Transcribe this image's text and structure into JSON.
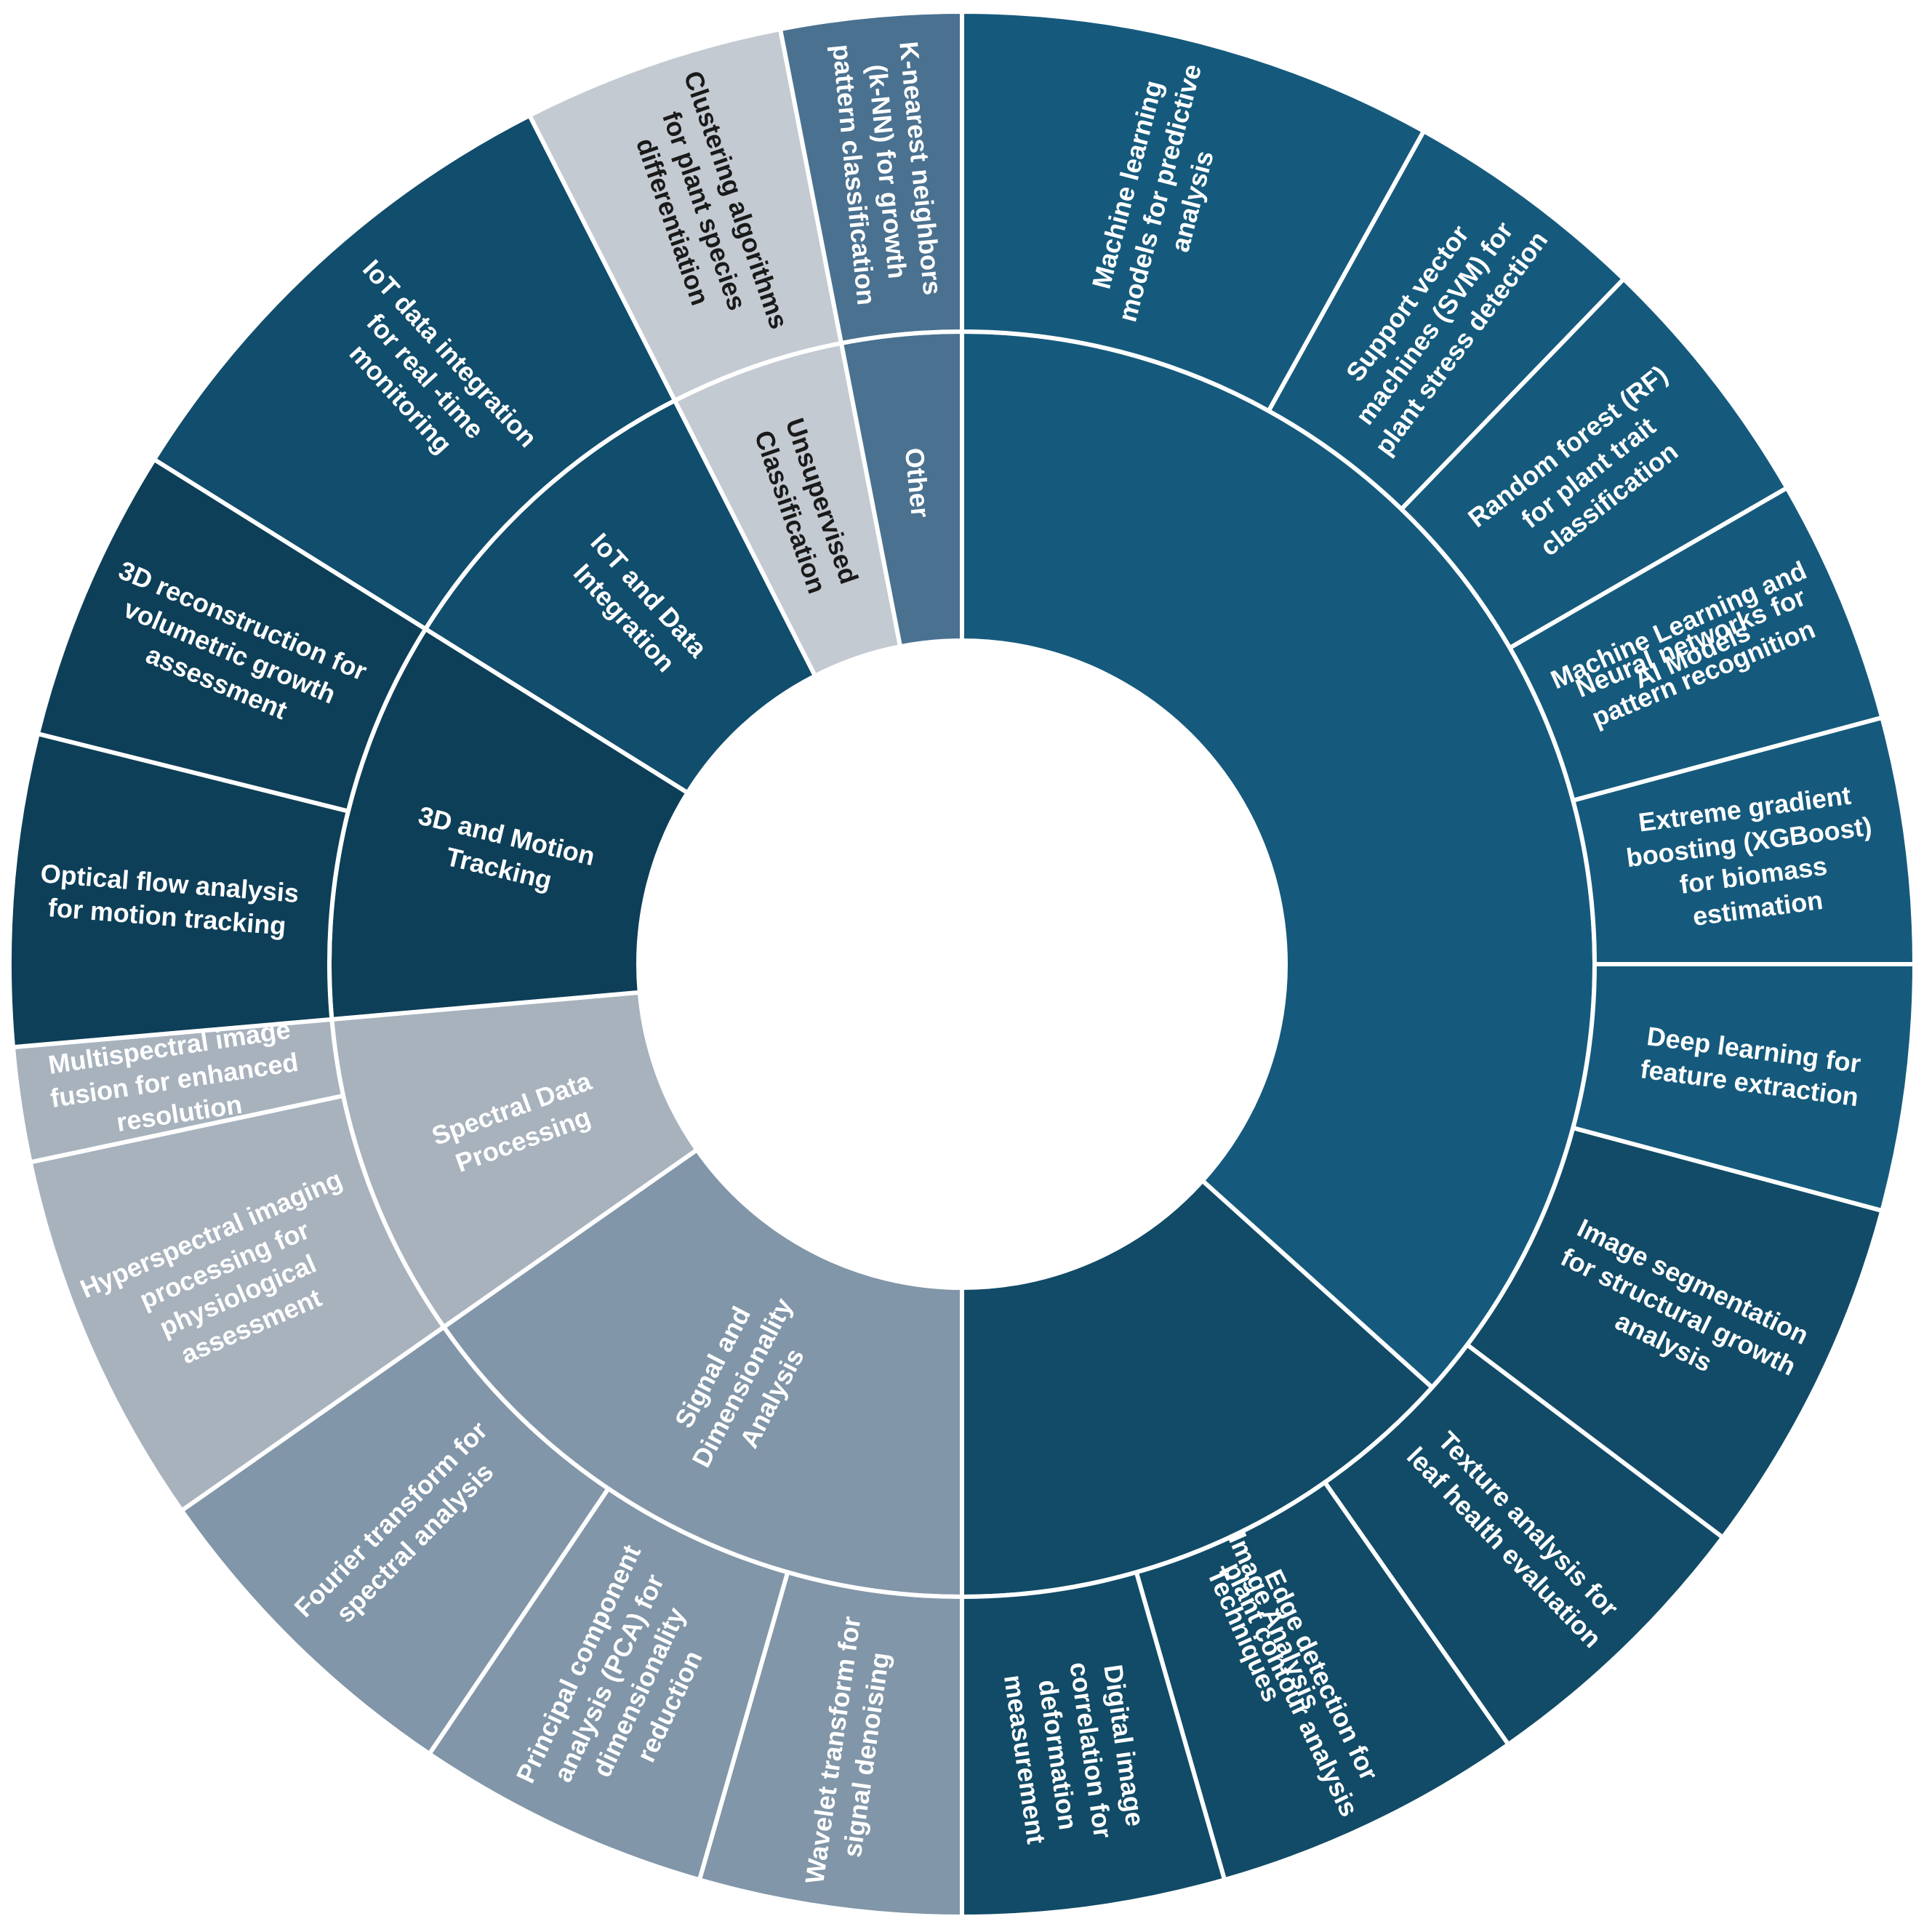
{
  "chart_data": {
    "type": "sunburst",
    "title": "",
    "categories": [
      {
        "name": "Machine Learning and AI Models",
        "color": "#155a7c",
        "text_color": "#ffffff",
        "children": [
          {
            "name": "Machine learning models for predictive analysis",
            "color": "#155a7c"
          },
          {
            "name": "Support vector machines (SVM) for plant stress detection",
            "color": "#155a7c"
          },
          {
            "name": "Random forest (RF) for plant trait classification",
            "color": "#155a7c"
          },
          {
            "name": "Neural networks for pattern recognition",
            "color": "#155a7c"
          },
          {
            "name": "Extreme gradient boosting (XGBoost) for biomass estimation",
            "color": "#155a7c"
          },
          {
            "name": "Deep learning for feature extraction",
            "color": "#155a7c"
          }
        ]
      },
      {
        "name": "Image Analysis Techniques",
        "color": "#114b67",
        "text_color": "#ffffff",
        "children": [
          {
            "name": "Image segmentation for structural growth analysis",
            "color": "#114b67"
          },
          {
            "name": "Texture analysis for leaf health evaluation",
            "color": "#114b67"
          },
          {
            "name": "Edge detection for plant contour analysis",
            "color": "#114b67"
          },
          {
            "name": "Digital image correlation for deformation measurement",
            "color": "#114b67"
          }
        ]
      },
      {
        "name": "Signal and Dimensionality Analysis",
        "color": "#8196a8",
        "text_color": "#ffffff",
        "children": [
          {
            "name": "Wavelet transform for signal denoising",
            "color": "#8196a8"
          },
          {
            "name": "Principal component analysis (PCA) for dimensionality reduction",
            "color": "#8196a8"
          },
          {
            "name": "Fourier transform for spectral analysis",
            "color": "#8196a8"
          }
        ]
      },
      {
        "name": "Spectral Data Processing",
        "color": "#a7b2bd",
        "text_color": "#ffffff",
        "children": [
          {
            "name": "Hyperspectral imaging processing for physiological assessment",
            "color": "#a7b2bd"
          },
          {
            "name": "Multispectral image fusion for enhanced resolution",
            "color": "#a7b2bd"
          }
        ]
      },
      {
        "name": "3D and Motion Tracking",
        "color": "#0e3f58",
        "text_color": "#ffffff",
        "children": [
          {
            "name": "Optical flow analysis for motion tracking",
            "color": "#0e3f58"
          },
          {
            "name": "3D reconstruction for volumetric growth assessment",
            "color": "#0e3f58"
          }
        ]
      },
      {
        "name": "IoT and Data Integration",
        "color": "#114d6c",
        "text_color": "#ffffff",
        "children": [
          {
            "name": "IoT data integration for real -time monitoring",
            "color": "#114d6c"
          }
        ]
      },
      {
        "name": "Unsupervised Classification",
        "color": "#c3cad2",
        "text_color": "#1a1a1a",
        "children": [
          {
            "name": "Clustering algorithms for plant species differentiation",
            "color": "#c3cad2"
          }
        ]
      },
      {
        "name": "Other",
        "color": "#4a7190",
        "text_color": "#ffffff",
        "children": [
          {
            "name": "K-nearest neighbors (k-NN) for growth pattern classification",
            "color": "#4a7190"
          }
        ]
      }
    ]
  },
  "labels": {
    "inner": [
      [
        "Machine Learning and",
        "AI Models"
      ],
      [
        "Image Analysis",
        "Techniques"
      ],
      [
        "Signal and",
        "Dimensionality",
        "Analysis"
      ],
      [
        "Spectral Data",
        "Processing"
      ],
      [
        "3D and Motion",
        "Tracking"
      ],
      [
        "IoT and Data",
        "Integration"
      ],
      [
        "Unsupervised",
        "Classification"
      ],
      [
        "Other"
      ]
    ],
    "outer": [
      [
        "Machine learning",
        "models for predictive",
        "analysis"
      ],
      [
        "Support vector",
        "machines (SVM) for",
        "plant stress detection"
      ],
      [
        "Random forest (RF)",
        "for plant trait",
        "classification"
      ],
      [
        "Neural networks for",
        "pattern recognition"
      ],
      [
        "Extreme gradient",
        "boosting (XGBoost)",
        "for biomass",
        "estimation"
      ],
      [
        "Deep learning for",
        "feature extraction"
      ],
      [
        "Image segmentation",
        "for structural growth",
        "analysis"
      ],
      [
        "Texture analysis for",
        "leaf health evaluation"
      ],
      [
        "Edge detection for",
        "plant contour analysis"
      ],
      [
        "Digital image",
        "correlation for",
        "deformation",
        "measurement"
      ],
      [
        "Wavelet transform for",
        "signal denoising"
      ],
      [
        "Principal component",
        "analysis (PCA) for",
        "dimensionality",
        "reduction"
      ],
      [
        "Fourier transform for",
        "spectral analysis"
      ],
      [
        "Hyperspectral imaging",
        "processing for",
        "physiological",
        "assessment"
      ],
      [
        "Multispectral image",
        "fusion for enhanced",
        "resolution"
      ],
      [
        "Optical flow analysis",
        "for motion tracking"
      ],
      [
        "3D reconstruction for",
        "volumetric growth",
        "assessment"
      ],
      [
        "IoT data integration",
        "for real -time",
        "monitoring"
      ],
      [
        "Clustering algorithms",
        "for plant species",
        "differentiation"
      ],
      [
        "K-nearest neighbors",
        "(k-NN) for growth",
        "pattern classification"
      ]
    ]
  }
}
